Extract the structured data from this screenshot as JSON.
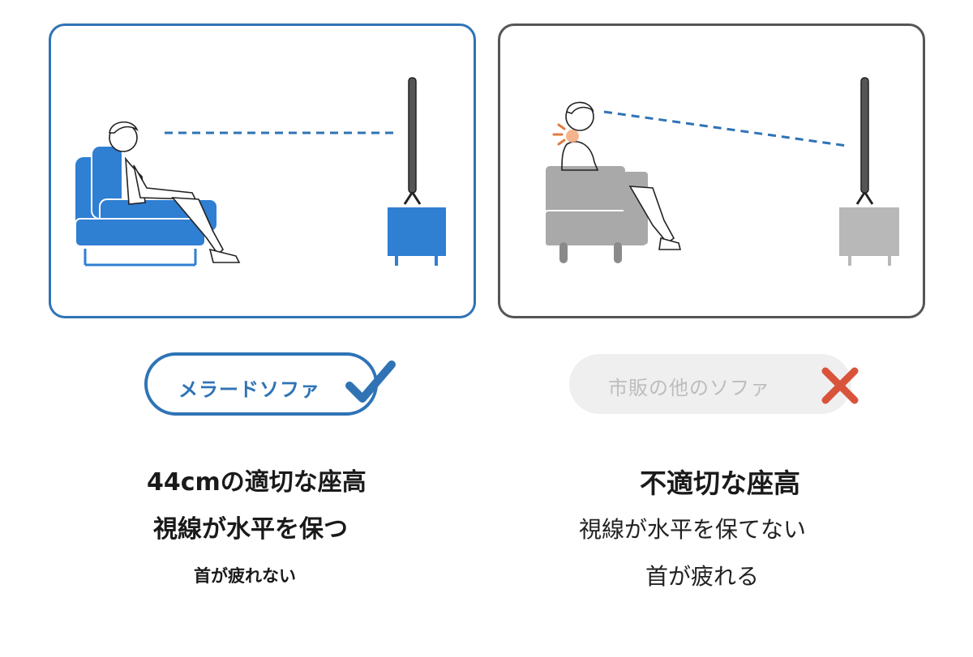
{
  "good": {
    "label": "メラードソファ",
    "headline": "44cmの適切な座高",
    "line2": "視線が水平を保つ",
    "line3": "首が疲れない"
  },
  "bad": {
    "label": "市販の他のソファ",
    "headline": "不適切な座高",
    "line2": "視線が水平を保てない",
    "line3": "首が疲れる"
  },
  "colors": {
    "accent_blue": "#2f73b5",
    "furniture_blue": "#2f7fd3",
    "gray_furniture": "#a9a9a9",
    "cross_red": "#d9533a",
    "panel_border_gray": "#555555"
  },
  "icons": {
    "good_mark": "check-icon",
    "bad_mark": "cross-icon",
    "pain": "pain-burst-icon"
  }
}
